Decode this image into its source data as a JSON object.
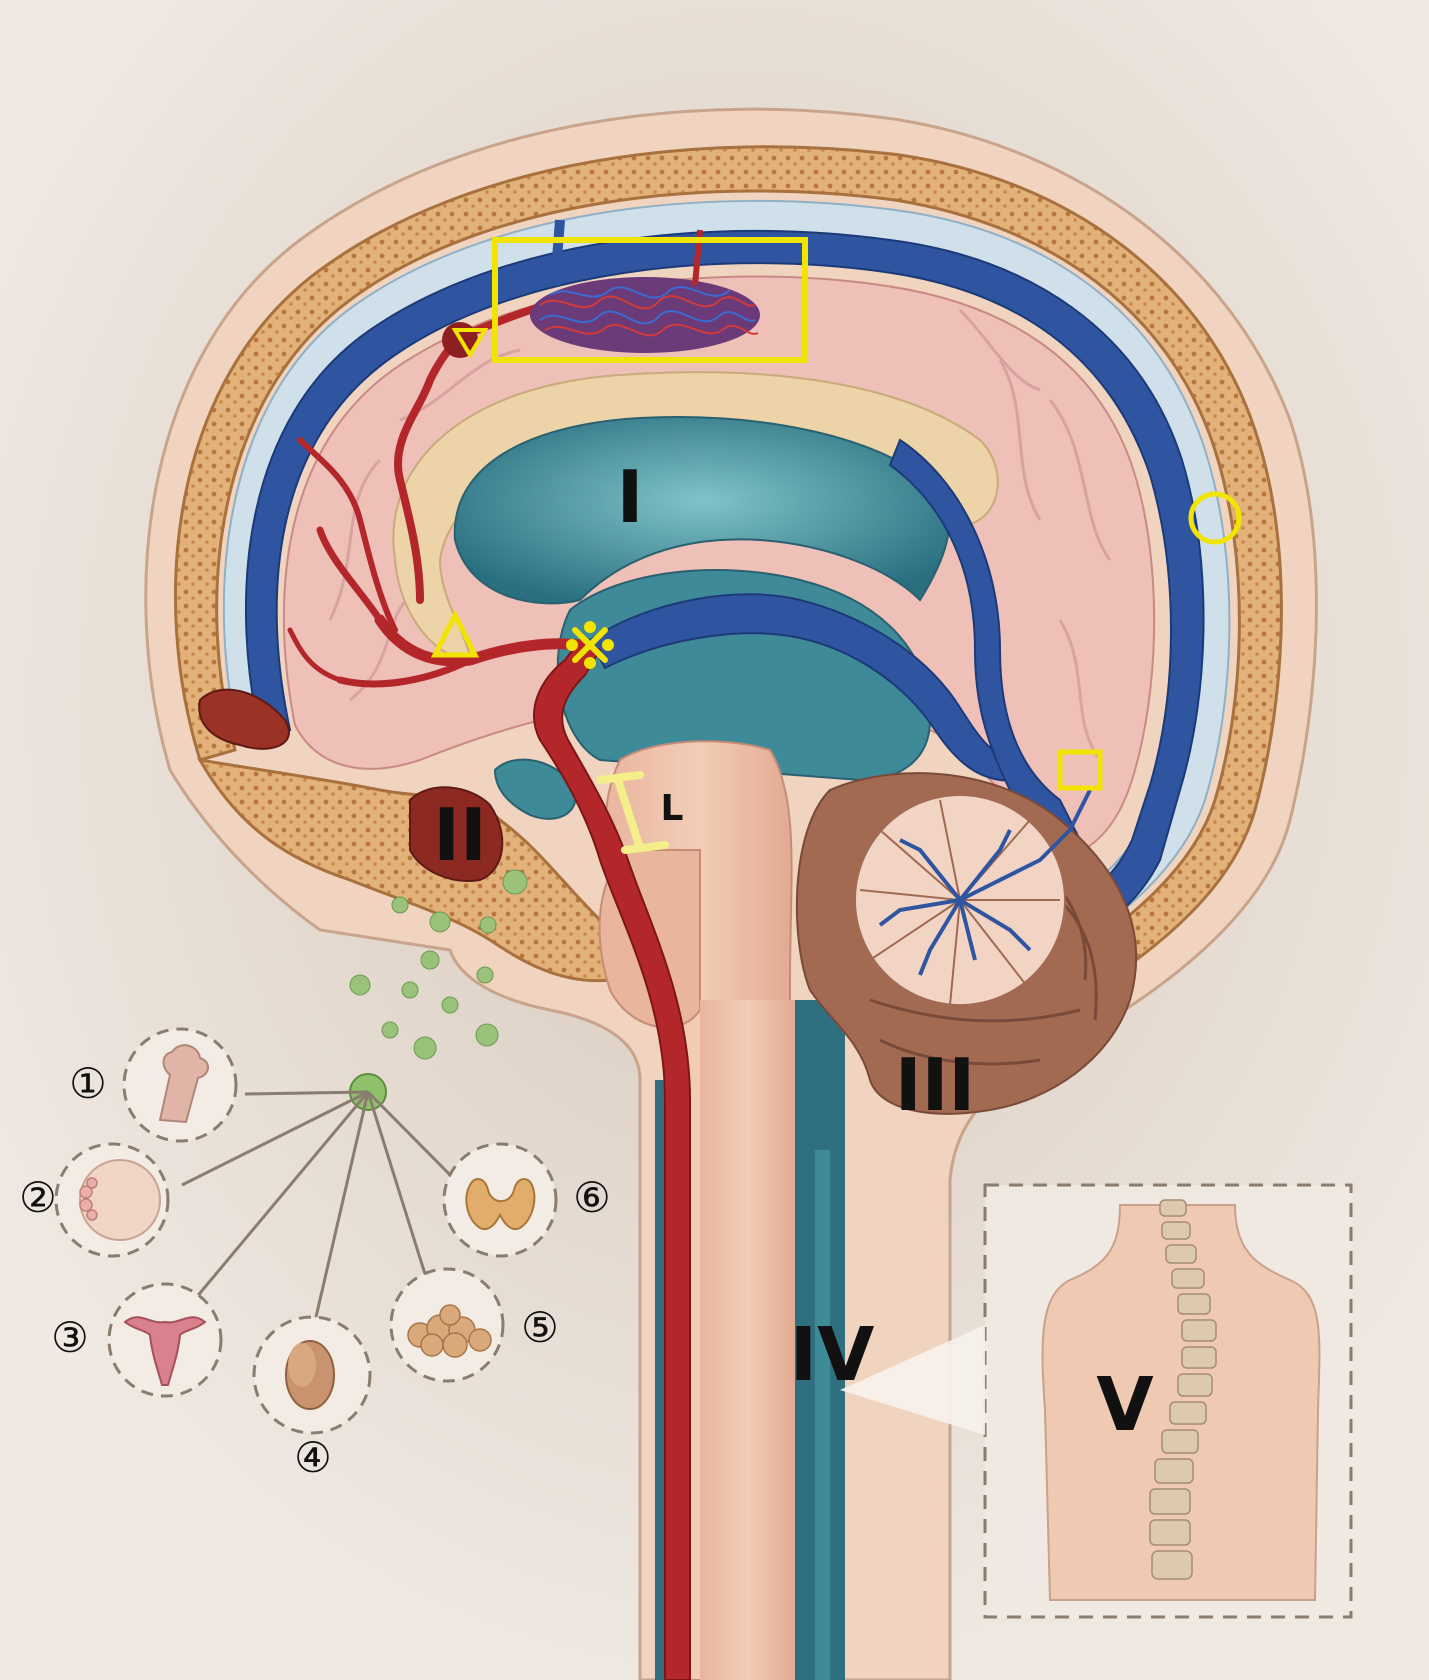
{
  "labels": {
    "region_1": "I",
    "region_2": "II",
    "region_3": "III",
    "region_4": "IV",
    "region_5": "V",
    "marker_L": "L"
  },
  "organ_callouts": [
    {
      "number": "①",
      "icon": "femur-bone-icon"
    },
    {
      "number": "②",
      "icon": "breast-icon"
    },
    {
      "number": "③",
      "icon": "uterus-icon"
    },
    {
      "number": "④",
      "icon": "testis-icon"
    },
    {
      "number": "⑤",
      "icon": "adipose-tissue-icon"
    },
    {
      "number": "⑥",
      "icon": "thyroid-icon"
    }
  ],
  "markers": [
    "yellow-rectangle",
    "yellow-circle",
    "yellow-square",
    "yellow-triangle",
    "yellow-inverted-triangle",
    "yellow-reference-mark",
    "yellow-i-beam"
  ],
  "colors": {
    "background": "#efe9e2",
    "skull_bone": "#d9a56a",
    "brain_tissue": "#eec0b8",
    "venous_sinus": "#2f55a0",
    "artery": "#b3272a",
    "ventricle_csf": "#3f8a99",
    "marker_yellow": "#f1e400",
    "callout_border": "#8a7c6e"
  }
}
